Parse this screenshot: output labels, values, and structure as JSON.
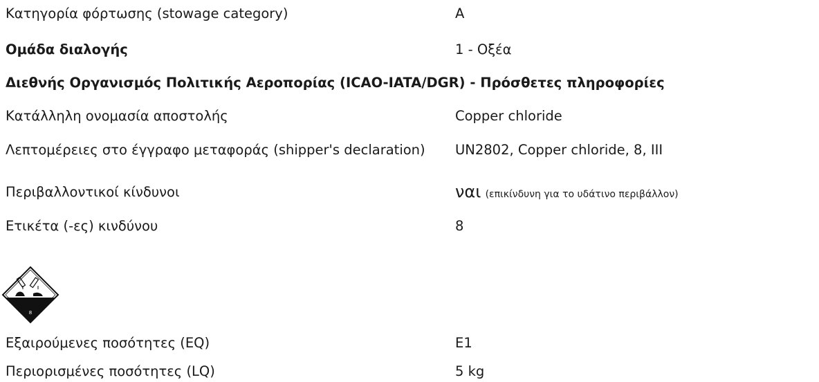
{
  "rows": {
    "stowage": {
      "label": "Κατηγορία φόρτωσης (stowage category)",
      "value": "A"
    },
    "segregation": {
      "label": "Ομάδα διαλογής",
      "value": "1 - Οξέα"
    },
    "icao_heading": "Διεθνής Οργανισμός Πολιτικής Αεροπορίας (ICAO-IATA/DGR) - Πρόσθετες πληροφορίες",
    "shipping_name": {
      "label": "Κατάλληλη ονομασία αποστολής",
      "value": "Copper chloride"
    },
    "shipper_declaration": {
      "label": "Λεπτομέρειες στο έγγραφο μεταφοράς (shipper's declaration)",
      "value": "UN2802, Copper chloride, 8, III"
    },
    "environmental": {
      "label": "Περιβαλλοντικοί κίνδυνοι",
      "value_main": "ναι",
      "value_note": "(επικίνδυνη για το υδάτινο περιβάλλον)"
    },
    "hazard_label": {
      "label": "Ετικέτα (-ες) κινδύνου",
      "value": "8"
    },
    "pictogram": {
      "icon": "corrosive-class-8-diamond-icon",
      "number": "8"
    },
    "eq": {
      "label": "Εξαιρούμενες ποσότητες (EQ)",
      "value": "E1"
    },
    "lq": {
      "label": "Περιορισμένες ποσότητες (LQ)",
      "value": "5 kg"
    }
  }
}
